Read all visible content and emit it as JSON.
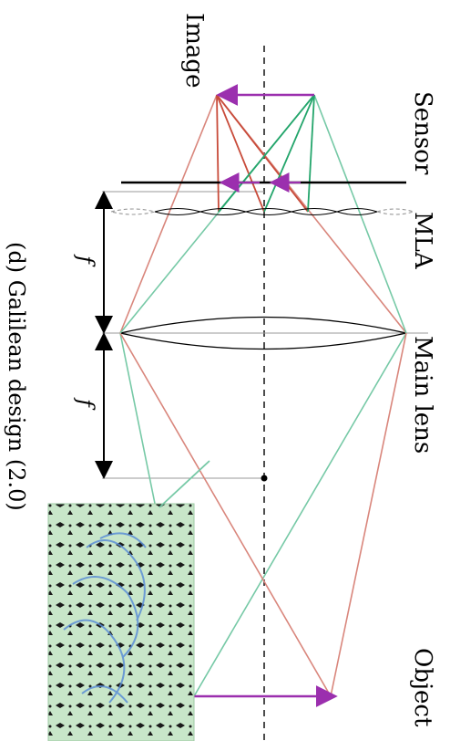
{
  "labels": {
    "image": "Image",
    "sensor": "Sensor",
    "mla": "MLA",
    "main_lens": "Main lens",
    "object": "Object",
    "focal_top": "f",
    "focal_bottom": "f",
    "caption": "(d) Galilean design (2.0)"
  },
  "colors": {
    "ray_red": "#d9867c",
    "ray_red_dark": "#c84b3a",
    "ray_green": "#76c9a6",
    "ray_green_dark": "#23a56b",
    "arrow_purple": "#9b2fae",
    "inset_background": "#c8e6c9",
    "inset_pattern": "#5b8fd6"
  }
}
